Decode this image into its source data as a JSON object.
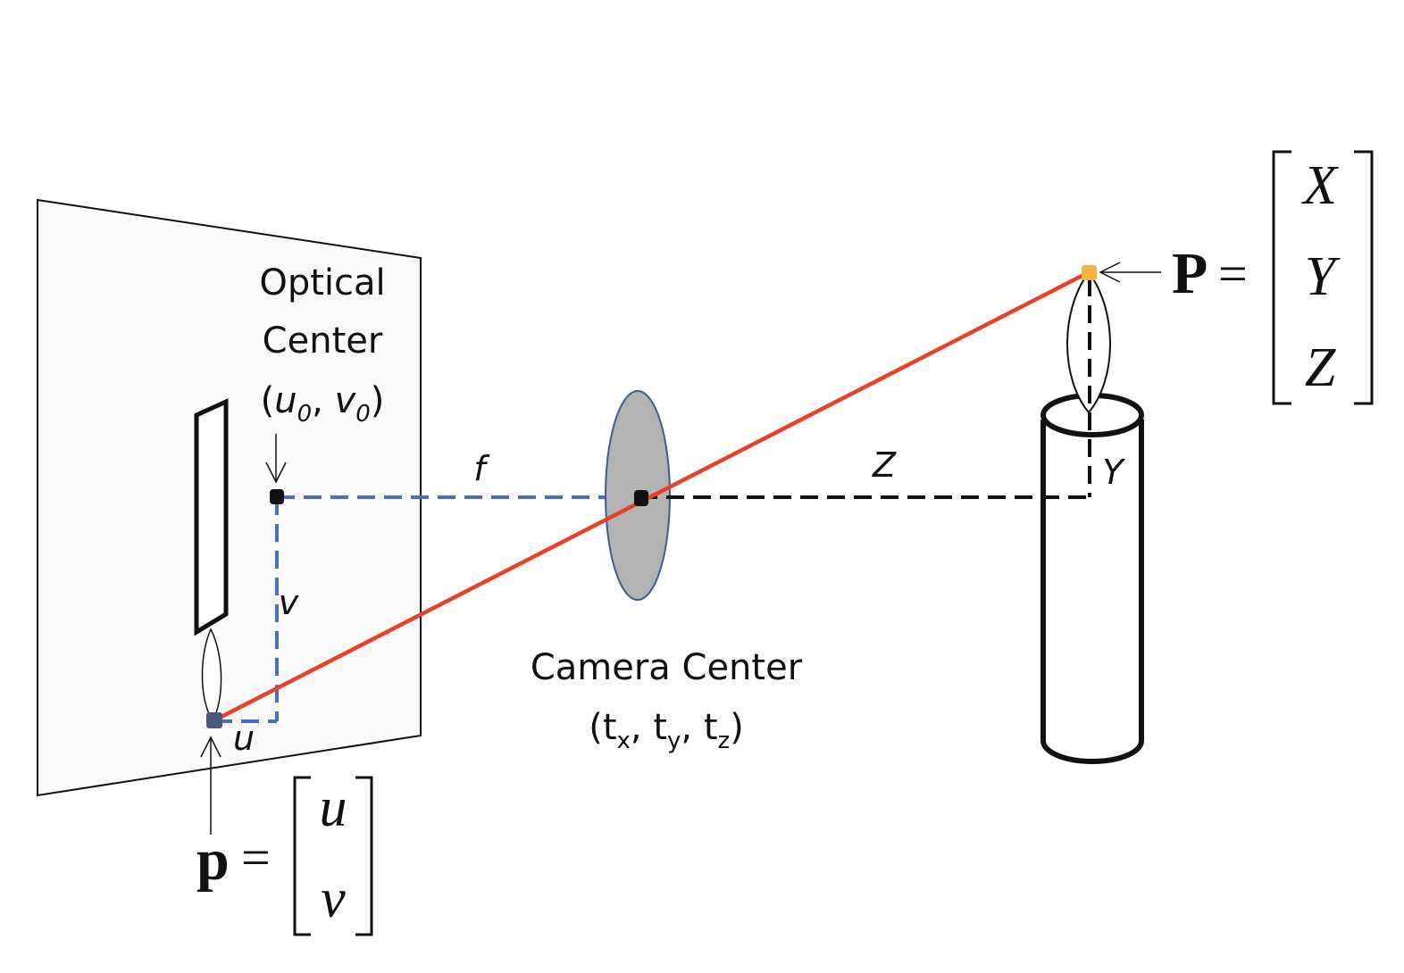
{
  "labels": {
    "optical_center_line1": "Optical",
    "optical_center_line2": "Center",
    "optical_center_coords": {
      "open": "(",
      "u": "u",
      "u_sub": "0",
      "comma": ", ",
      "v": "v",
      "v_sub": "0",
      "close": ")"
    },
    "focal_length": "f",
    "depth": "Z",
    "height": "Y",
    "image_v": "v",
    "image_u": "u",
    "camera_center_line1": "Camera Center",
    "camera_center_coords": {
      "open": "(",
      "tx": "t",
      "tx_sub": "x",
      "sep1": ", ",
      "ty": "t",
      "ty_sub": "y",
      "sep2": ", ",
      "tz": "t",
      "tz_sub": "z",
      "close": ")"
    }
  },
  "world_point": {
    "symbol": "P",
    "equals": "=",
    "components": [
      "X",
      "Y",
      "Z"
    ]
  },
  "image_point": {
    "symbol": "p",
    "equals": "=",
    "components": [
      "u",
      "v"
    ]
  },
  "colors": {
    "ray": "#e8412a",
    "projection_dashes": "#4a6fc1",
    "depth_dashes": "#111111",
    "lens_fill": "#b3b3b3",
    "lens_stroke": "#3d5a9a",
    "image_plane_fill": "#fafafa",
    "world_point_marker": "#f2b640",
    "image_point_marker": "#4a5a78"
  }
}
